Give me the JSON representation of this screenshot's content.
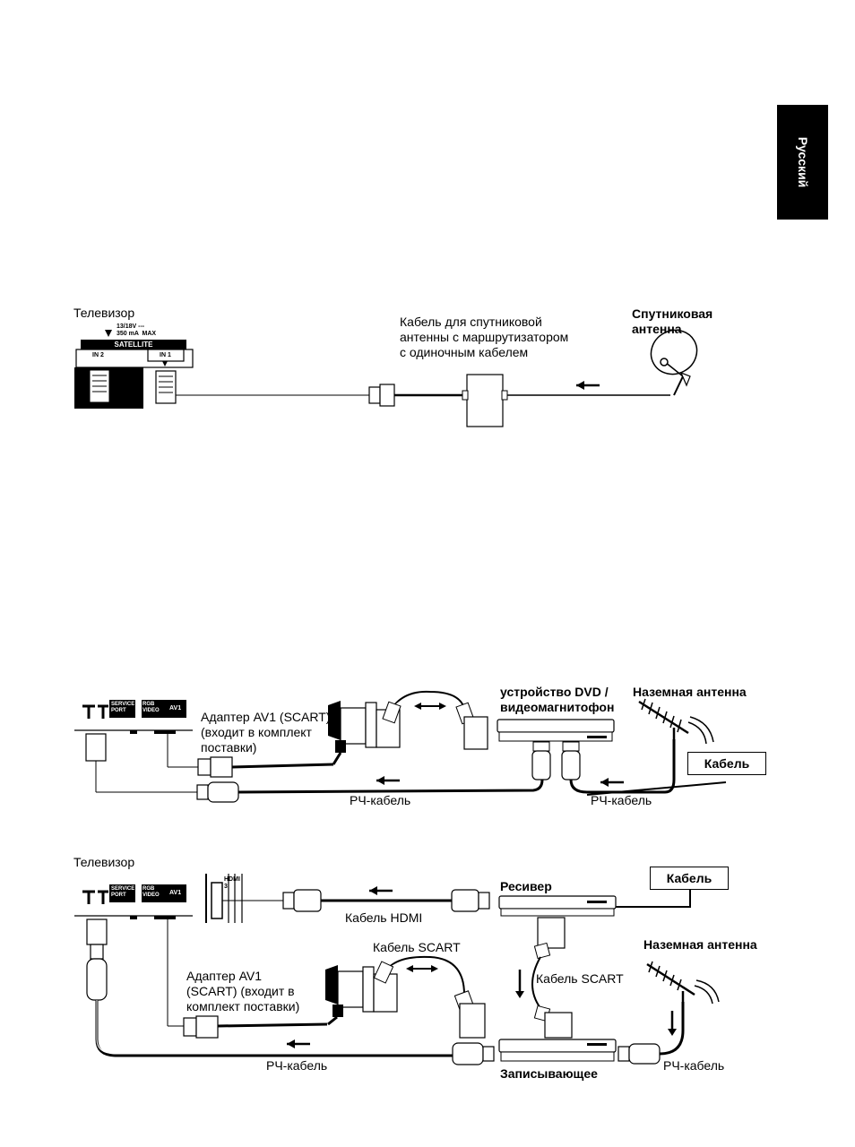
{
  "language_tab": "Русский",
  "section1": {
    "tv_label": "Телевизор",
    "power_label": "13/18V ---\n350 mA  MAX",
    "satellite_label": "SATELLITE",
    "in2_label": "IN 2",
    "in1_label": "IN 1",
    "cable_label": "Кабель для спутниковой\nантенны с маршрутизатором\nс одиночным кабелем",
    "dish_label": "Спутниковая\nантенна"
  },
  "section2": {
    "service_port": "SERVICE\nPORT",
    "rgb_video": "RGB\nVIDEO",
    "av1": "AV1",
    "adapter_label": "Адаптер AV1 (SCART)\n(входит в комплект\nпоставки)",
    "dvd_label": "устройство DVD /\nвидеомагнитофон",
    "terrestrial_label": "Наземная антенна",
    "cable_box": "Кабель",
    "rf_cable_1": "РЧ-кабель",
    "rf_cable_2": "РЧ-кабель"
  },
  "section3": {
    "tv_label": "Телевизор",
    "service_port": "SERVICE\nPORT",
    "rgb_video": "RGB\nVIDEO",
    "av1": "AV1",
    "hdmi_port": "HDMI\n3",
    "hdmi_cable": "Кабель HDMI",
    "receiver_label": "Ресивер",
    "cable_box": "Кабель",
    "scart_cable_top": "Кабель SCART",
    "terrestrial_label": "Наземная антенна",
    "adapter_label": "Адаптер AV1\n(SCART) (входит в\nкомплект поставки)",
    "scart_cable_side": "Кабель SCART",
    "rf_cable_1": "РЧ-кабель",
    "rf_cable_2": "РЧ-кабель",
    "recorder_label": "Записывающее"
  }
}
